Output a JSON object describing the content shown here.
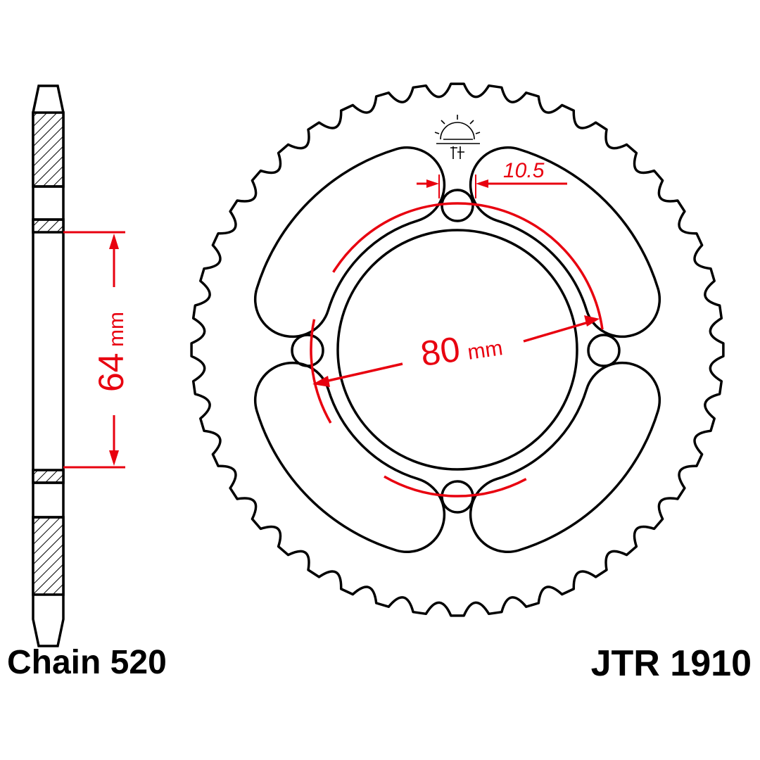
{
  "labels": {
    "chain": "Chain 520",
    "part_number": "JTR 1910"
  },
  "dimensions": {
    "offset": {
      "value": "64",
      "unit": "mm"
    },
    "pcd": {
      "value": "80",
      "unit": "mm"
    },
    "bolt_hole": {
      "value": "10.5"
    }
  },
  "colors": {
    "outline": "#000000",
    "dimension": "#e8000f",
    "hatch_fill": "#ffffff"
  },
  "logo": {
    "name": "jt-sprockets-logo"
  }
}
